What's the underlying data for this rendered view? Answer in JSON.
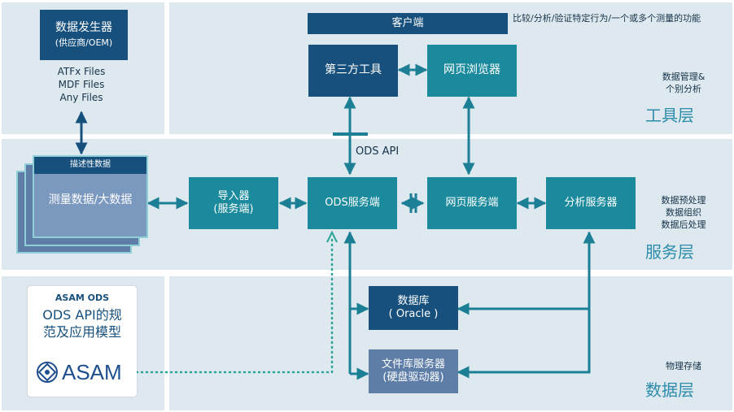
{
  "generator": {
    "title": "数据发生器",
    "subtitle": "(供应商/OEM)",
    "files": [
      "ATFx Files",
      "MDF Files",
      "Any Files"
    ]
  },
  "client": {
    "label": "客户端",
    "note": "比较/分析/验证特定行为/一个或多个测量的功能"
  },
  "tool_layer": {
    "title": "工具层",
    "desc": [
      "数据管理&",
      "个别分析"
    ]
  },
  "service_layer": {
    "title": "服务层",
    "desc": [
      "数据预处理",
      "数据组织",
      "数据后处理"
    ]
  },
  "data_layer": {
    "title": "数据层",
    "desc": "物理存储"
  },
  "boxes": {
    "third_party": "第三方工具",
    "browser": "网页浏览器",
    "import": [
      "导入器",
      "(服务端)"
    ],
    "ods_server": "ODS服务端",
    "web_server": "网页服务端",
    "analysis_server": "分析服务器",
    "database": [
      "数据库",
      "( Oracle )"
    ],
    "file_server": [
      "文件库服务器",
      "(硬盘驱动器)"
    ]
  },
  "ods_api_label": "ODS API",
  "measure_stack": {
    "header": "描述性数据",
    "label": "测量数据/大数据"
  },
  "asam": {
    "small_title": "ASAM ODS",
    "title_lines": [
      "ODS API的规",
      "范及应用模型"
    ],
    "logo_text": "ASAM"
  },
  "colors": {
    "dark_blue": "#17507c",
    "teal": "#1a8a9c",
    "steel": "#5e7ea8",
    "layer_bg": "#dde9ef",
    "accent": "#2d8cab"
  }
}
